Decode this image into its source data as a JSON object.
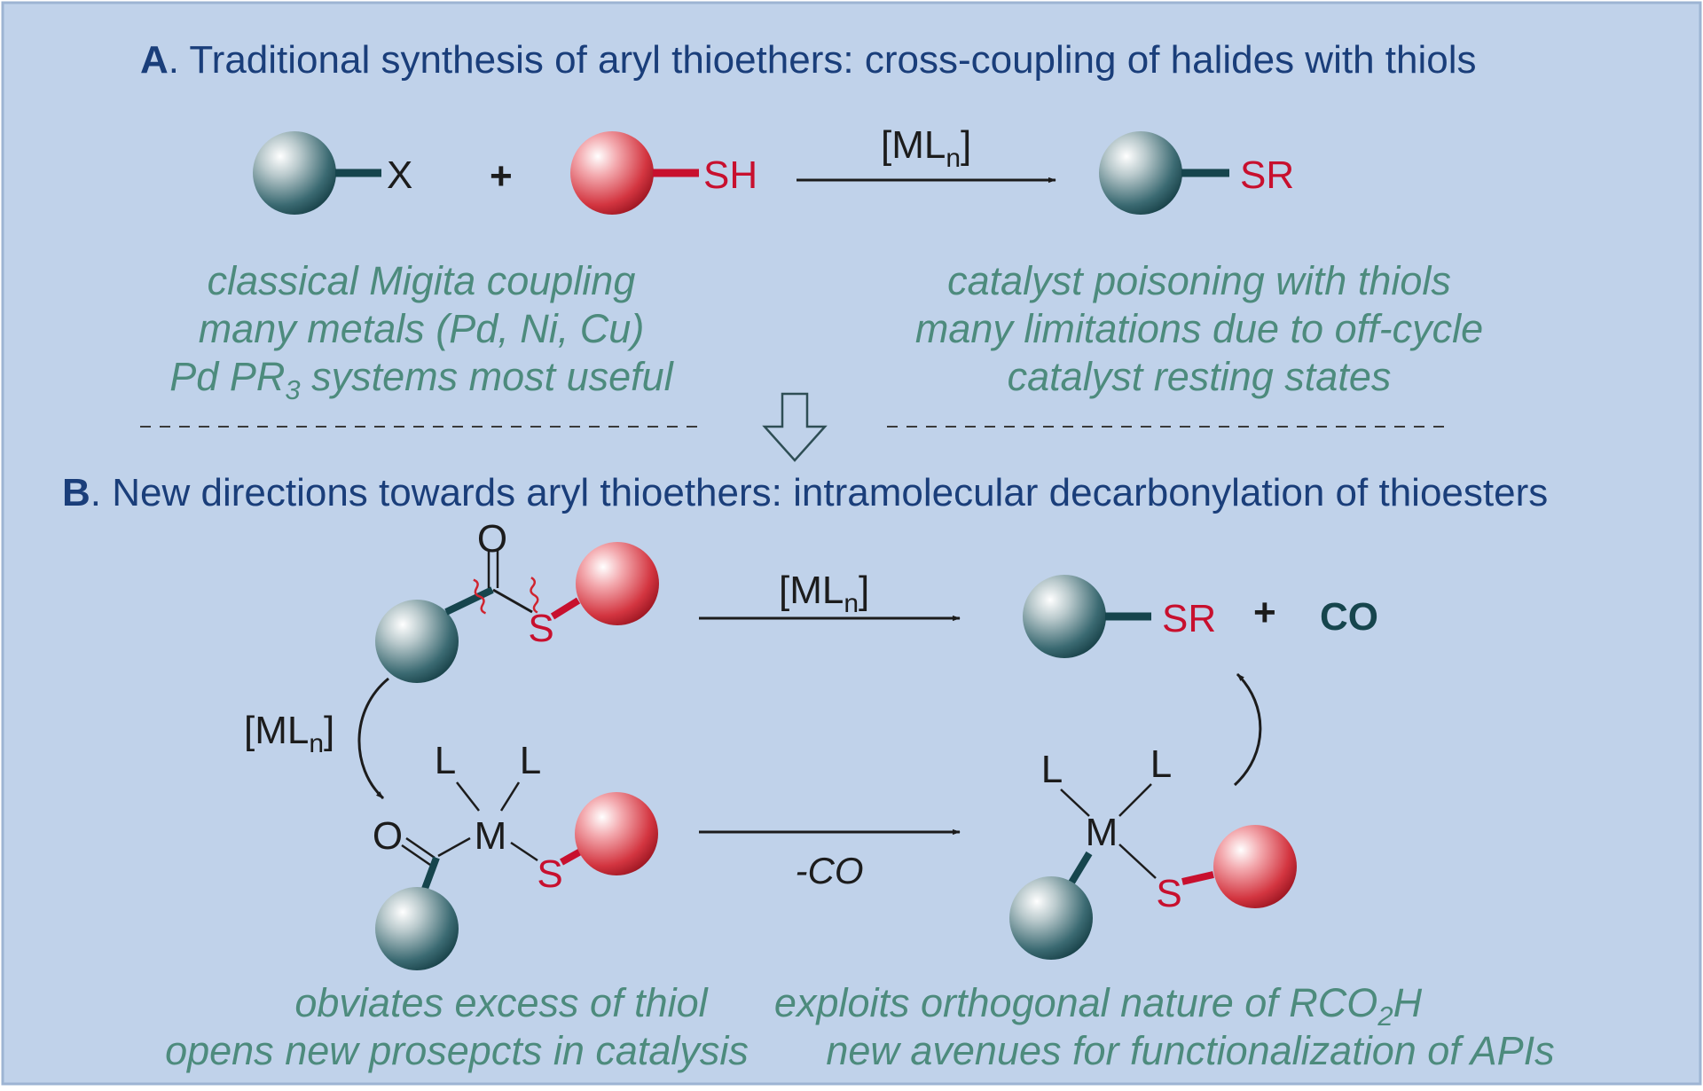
{
  "panel_a": {
    "title_letter": "A",
    "title_text": ". Traditional synthesis of aryl thioethers: cross-coupling of halides with thiols",
    "reactant1_group": "X",
    "plus": "+",
    "reactant2_group": "SH",
    "catalyst": "[ML",
    "catalyst_sub": "n",
    "catalyst_close": "]",
    "product_group": "SR",
    "left_notes": [
      "classical Migita coupling",
      "many metals (Pd, Ni, Cu)"
    ],
    "left_note3_pre": "Pd  PR",
    "left_note3_sub": "3",
    "left_note3_post": " systems most useful",
    "right_notes": [
      "catalyst poisoning with thiols",
      "many limitations due to off-cycle",
      "catalyst resting states"
    ]
  },
  "panel_b": {
    "title_letter": "B",
    "title_text": ". New directions towards aryl thioethers: intramolecular decarbonylation of thioesters",
    "carbonyl_O": "O",
    "thioester_S": "S",
    "catalyst": "[ML",
    "catalyst_sub": "n",
    "catalyst_close": "]",
    "product_group": "SR",
    "plus": "+",
    "byproduct": "CO",
    "cycle_catalyst": "[ML",
    "cycle_catalyst_sub": "n",
    "cycle_catalyst_close": "]",
    "ligand": "L",
    "metal": "M",
    "acyl_O": "O",
    "sulfur": "S",
    "decarbonylation": "-CO",
    "left_notes": [
      "obviates excess of thiol",
      "opens new prosepcts in catalysis"
    ],
    "right_note1_pre": "exploits orthogonal nature of RCO",
    "right_note1_sub": "2",
    "right_note1_post": "H",
    "right_note2": "new avenues for functionalization of APIs"
  },
  "colors": {
    "background": "#c0d2ea",
    "title": "#1a3e7a",
    "note": "#4d8b7d",
    "sulfur_red": "#c8102e",
    "aryl_teal": "#16454d"
  }
}
